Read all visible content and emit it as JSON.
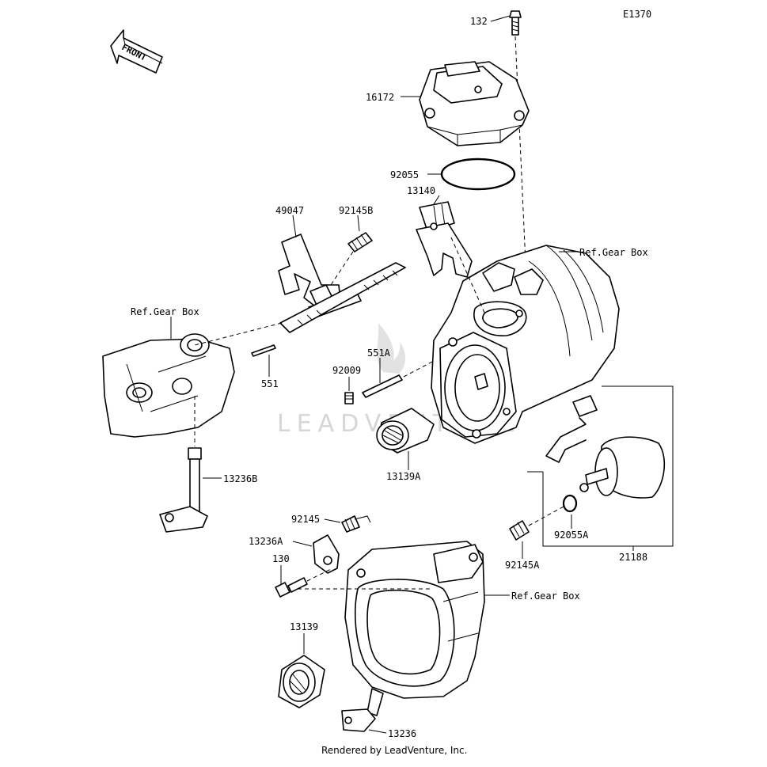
{
  "diagram_code": "E1370",
  "front_label": "FRONT",
  "watermark": "LEADVENTURE",
  "footer": "Rendered by LeadVenture, Inc.",
  "labels": {
    "p132": "132",
    "p16172": "16172",
    "p92055": "92055",
    "p13140": "13140",
    "ref_top": "Ref.Gear Box",
    "p49047": "49047",
    "p92145b": "92145B",
    "ref_left": "Ref.Gear Box",
    "p551": "551",
    "p551a": "551A",
    "p92009": "92009",
    "p13139a": "13139A",
    "p13236b": "13236B",
    "p92145": "92145",
    "p13236a": "13236A",
    "p130": "130",
    "p92145a": "92145A",
    "p92055a": "92055A",
    "p21188": "21188",
    "ref_bottom": "Ref.Gear Box",
    "p13139": "13139",
    "p13236": "13236"
  }
}
